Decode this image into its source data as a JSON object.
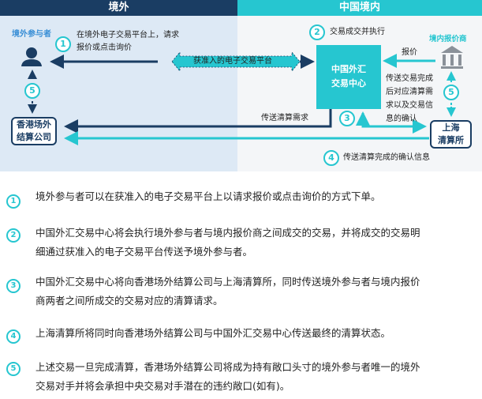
{
  "header": {
    "left": "境外",
    "right": "中国境内"
  },
  "diagram": {
    "offshore_participant": "境外参与者",
    "step1_text": [
      "在境外电子交易平台上，请求",
      "报价或点击询价"
    ],
    "step2_text": "交易成交并执行",
    "platform_label": "获准入的电子交易平台",
    "cfets": [
      "中国外汇",
      "交易中心"
    ],
    "onshore_dealer": "境内报价商",
    "quote_label": "报价",
    "confirm_text": [
      "传送交易完成",
      "后对应清算需",
      "求以及交易信",
      "息的确认"
    ],
    "hk_box": [
      "香港场外",
      "结算公司"
    ],
    "shch_box": [
      "上海",
      "清算所"
    ],
    "send_clearing": "传送清算需求",
    "step4_text": "传送清算完成的确认信息",
    "nums": [
      "1",
      "2",
      "3",
      "4",
      "5"
    ]
  },
  "steps": [
    {
      "num": "1",
      "lines": [
        "境外参与者可以在获准入的电子交易平台上以请求报价或点击询价的方式下单。"
      ]
    },
    {
      "num": "2",
      "lines": [
        "中国外汇交易中心将会执行境外参与者与境内报价商之间成交的交易，并将成交的交易明",
        "细通过获准入的电子交易平台传送予境外参与者。"
      ]
    },
    {
      "num": "3",
      "lines": [
        "中国外汇交易中心将向香港场外结算公司与上海清算所，同时传送境外参与者与境内报价",
        "商两者之间所成交的交易对应的清算请求。"
      ]
    },
    {
      "num": "4",
      "lines": [
        "上海清算所将同时向香港场外结算公司与中国外汇交易中心传送最终的清算状态。"
      ]
    },
    {
      "num": "5",
      "lines": [
        "上述交易一旦完成清算，香港场外结算公司将成为持有敞口头寸的境外参与者唯一的境外",
        "交易对手并将会承担中央交易对手潜在的违约敞口(如有)。"
      ]
    }
  ],
  "colors": {
    "navy": "#1a3d63",
    "teal": "#26c6d0",
    "left_bg": "#dde9f5",
    "right_bg": "#f4f6f8"
  }
}
